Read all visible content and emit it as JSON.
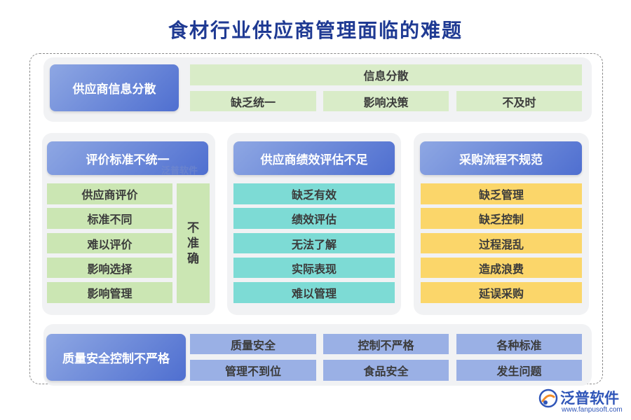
{
  "title": "食材行业供应商管理面临的难题",
  "section1": {
    "header": "供应商信息分散",
    "top": "信息分散",
    "items": [
      "缺乏统一",
      "影响决策",
      "不及时"
    ]
  },
  "section2": {
    "header": "评价标准不统一",
    "items": [
      "供应商评价",
      "标准不同",
      "难以评价",
      "影响选择",
      "影响管理"
    ],
    "side": [
      "不",
      "准",
      "确"
    ]
  },
  "section3": {
    "header": "供应商绩效评估不足",
    "items": [
      "缺乏有效",
      "绩效评估",
      "无法了解",
      "实际表现",
      "难以管理"
    ]
  },
  "section4": {
    "header": "采购流程不规范",
    "items": [
      "缺乏管理",
      "缺乏控制",
      "过程混乱",
      "造成浪费",
      "延误采购"
    ]
  },
  "section5": {
    "header": "质量安全控制不严格",
    "items": [
      "质量安全",
      "控制不严格",
      "各种标准",
      "管理不到位",
      "食品安全",
      "发生问题"
    ]
  },
  "watermark": "泛普软件",
  "logo": {
    "name": "泛普软件",
    "url": "www.fanpusoft.com"
  },
  "colors": {
    "title": "#1f3a93",
    "header": "#5a78d4",
    "green": "#d9ecc8",
    "teal": "#7ddbd5",
    "yellow": "#fbd66a",
    "blue": "#9ab0e5"
  }
}
